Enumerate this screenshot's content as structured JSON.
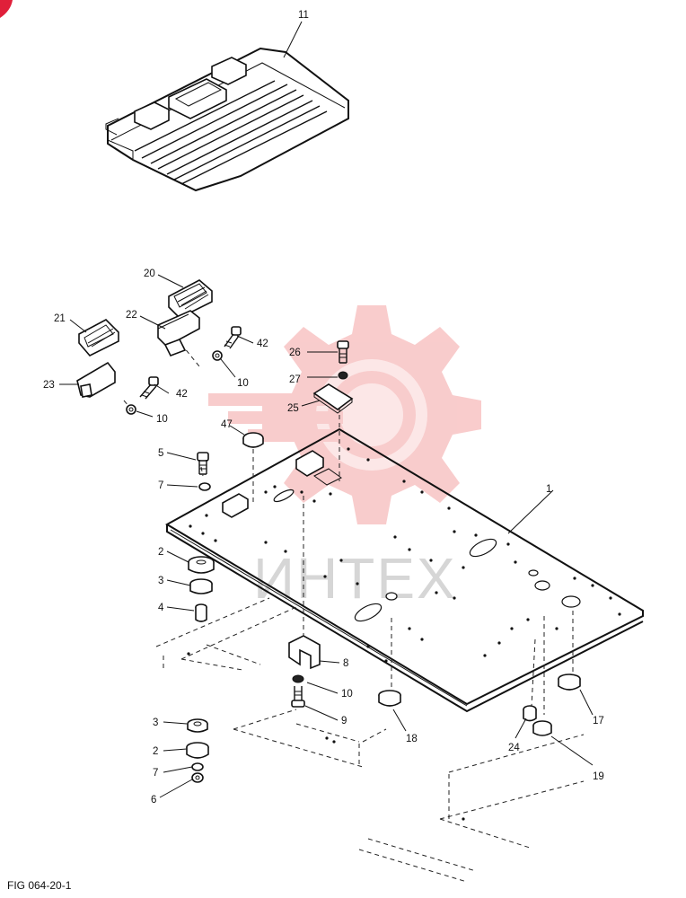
{
  "figure_label": "FIG 064-20-1",
  "watermark_text": "ИНТЕХ",
  "callouts": {
    "c1": "1",
    "c2a": "2",
    "c2b": "2",
    "c3a": "3",
    "c3b": "3",
    "c4": "4",
    "c5": "5",
    "c6": "6",
    "c7a": "7",
    "c7b": "7",
    "c8": "8",
    "c9": "9",
    "c10a": "10",
    "c10b": "10",
    "c10c": "10",
    "c11": "11",
    "c17": "17",
    "c18": "18",
    "c19": "19",
    "c20": "20",
    "c21": "21",
    "c22": "22",
    "c23": "23",
    "c24": "24",
    "c25": "25",
    "c26": "26",
    "c27": "27",
    "c42a": "42",
    "c42b": "42",
    "c47": "47"
  },
  "colors": {
    "ink": "#111111",
    "watermark_red": "#f4a3a3",
    "corner_mark": "#e0203a"
  }
}
